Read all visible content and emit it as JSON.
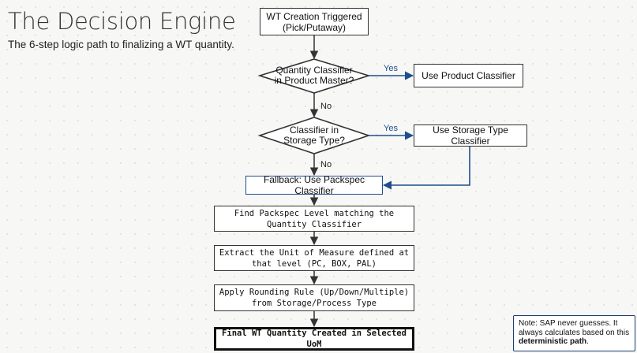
{
  "header": {
    "title": "The Decision Engine",
    "subtitle": "The 6-step logic path to finalizing a WT quantity."
  },
  "flow": {
    "start": "WT Creation Triggered\n(Pick/Putaway)",
    "decision1": "Quantity Classifier\nin Product Master?",
    "decision1_yes": "Yes",
    "decision1_no": "No",
    "product_classifier": "Use Product Classifier",
    "decision2": "Classifier in\nStorage Type?",
    "decision2_yes": "Yes",
    "decision2_no": "No",
    "storage_type_classifier": "Use Storage Type Classifier",
    "fallback": "Fallback: Use Packspec Classifier",
    "step_packspec_level": "Find Packspec Level matching the\nQuantity Classifier",
    "step_uom": "Extract the Unit of Measure defined at\nthat level (PC, BOX, PAL)",
    "step_rounding": "Apply Rounding Rule (Up/Down/Multiple)\nfrom Storage/Process Type",
    "final": "Final WT Quantity Created in Selected UoM"
  },
  "note": {
    "prefix": "Note: SAP never guesses. It always calculates based on this ",
    "emphasis": "deterministic path",
    "suffix": "."
  },
  "colors": {
    "accent_blue": "#1f4e8c",
    "ink": "#333333"
  }
}
